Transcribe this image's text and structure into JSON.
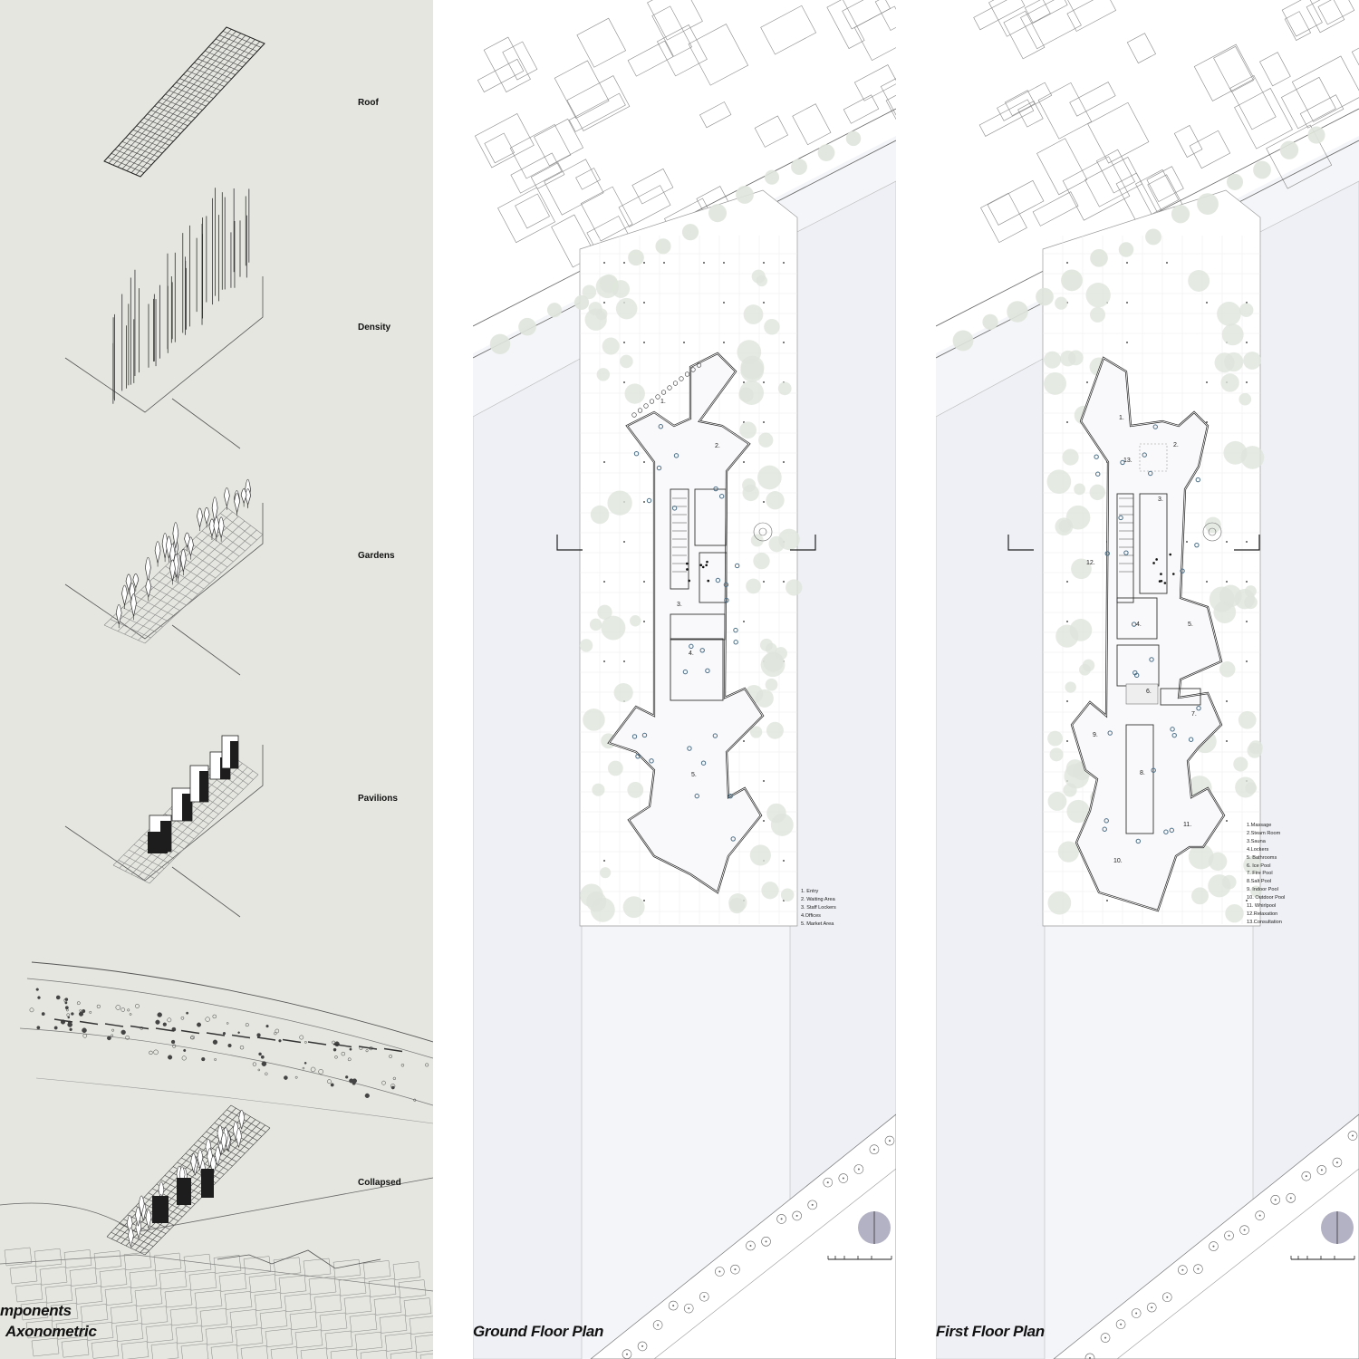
{
  "axonometric": {
    "layers": [
      {
        "id": "roof",
        "label": "Roof"
      },
      {
        "id": "density",
        "label": "Density"
      },
      {
        "id": "gardens",
        "label": "Gardens"
      },
      {
        "id": "pavilions",
        "label": "Pavilions"
      },
      {
        "id": "collapsed",
        "label": "Collapsed"
      }
    ],
    "title_line1": "mponents",
    "title_line2": "Axonometric"
  },
  "ground_floor": {
    "title": "Ground Floor Plan",
    "legend": [
      "1. Entry",
      "2. Waiting Area",
      "3. Staff Lockers",
      "4.Offices",
      "5. Market Area"
    ],
    "room_numbers": [
      "1.",
      "2.",
      "3.",
      "4.",
      "5."
    ]
  },
  "first_floor": {
    "title": "First Floor Plan",
    "legend": [
      "1.Massage",
      "2.Steam Room",
      "3.Sauna",
      "4.Lockers",
      "5. Bathrooms",
      "6. Ice Pool",
      "7. Fire Pool",
      "8.Salt Pool",
      "9. Indoor Pool",
      "10. Outdoor Pool",
      "11. Whirlpool",
      "12.Relaxation",
      "13.Consultation"
    ],
    "room_numbers": [
      "1.",
      "2.",
      "3.",
      "4.",
      "5.",
      "6.",
      "7.",
      "8.",
      "9.",
      "10.",
      "11.",
      "12.",
      "13."
    ]
  },
  "colors": {
    "axo_background": "#e4e6df",
    "plan_background": "#f4f5f8",
    "tree_fill": "#dfe5dc",
    "furniture_accent": "#4a6e86",
    "north_marker": "#b3b2c4"
  }
}
